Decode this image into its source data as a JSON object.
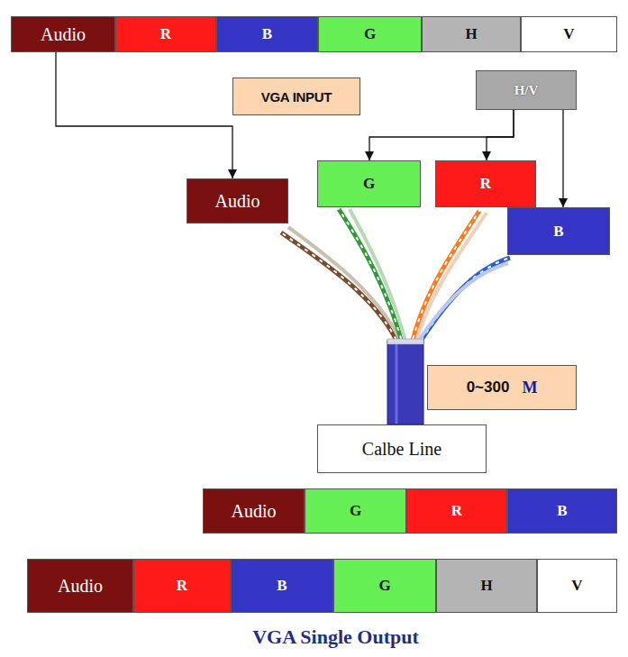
{
  "diagram": {
    "caption": "VGA Single Output",
    "nodes": [
      {
        "text": [
          "Audio"
        ]
      },
      {
        "text": [
          "R"
        ]
      },
      {
        "text": [
          "B"
        ]
      },
      {
        "text": [
          "G"
        ]
      },
      {
        "text": [
          "H"
        ]
      },
      {
        "text": [
          "V"
        ]
      },
      {
        "text": [
          "VGA INPUT"
        ]
      },
      {
        "text": [
          "H/V"
        ]
      },
      {
        "text": [
          "Audio"
        ]
      },
      {
        "text": [
          "G"
        ]
      },
      {
        "text": [
          "R"
        ]
      },
      {
        "text": [
          "B"
        ]
      },
      {
        "text": [
          "0~300",
          "M"
        ]
      },
      {
        "text": [
          "Calbe Line"
        ]
      },
      {
        "text": [
          "Audio"
        ]
      },
      {
        "text": [
          "G"
        ]
      },
      {
        "text": [
          "R"
        ]
      },
      {
        "text": [
          "B"
        ]
      },
      {
        "text": [
          "Audio"
        ]
      },
      {
        "text": [
          "R"
        ]
      },
      {
        "text": [
          "B"
        ]
      },
      {
        "text": [
          "G"
        ]
      },
      {
        "text": [
          "H"
        ]
      },
      {
        "text": [
          "V"
        ]
      }
    ],
    "edges": [
      {
        "from": 0,
        "to": 8,
        "arrow": "to"
      },
      {
        "from": 7,
        "to": 9,
        "arrow": "to"
      },
      {
        "from": 7,
        "to": 10,
        "arrow": "to"
      },
      {
        "from": 7,
        "to": 11,
        "arrow": "to"
      }
    ]
  }
}
